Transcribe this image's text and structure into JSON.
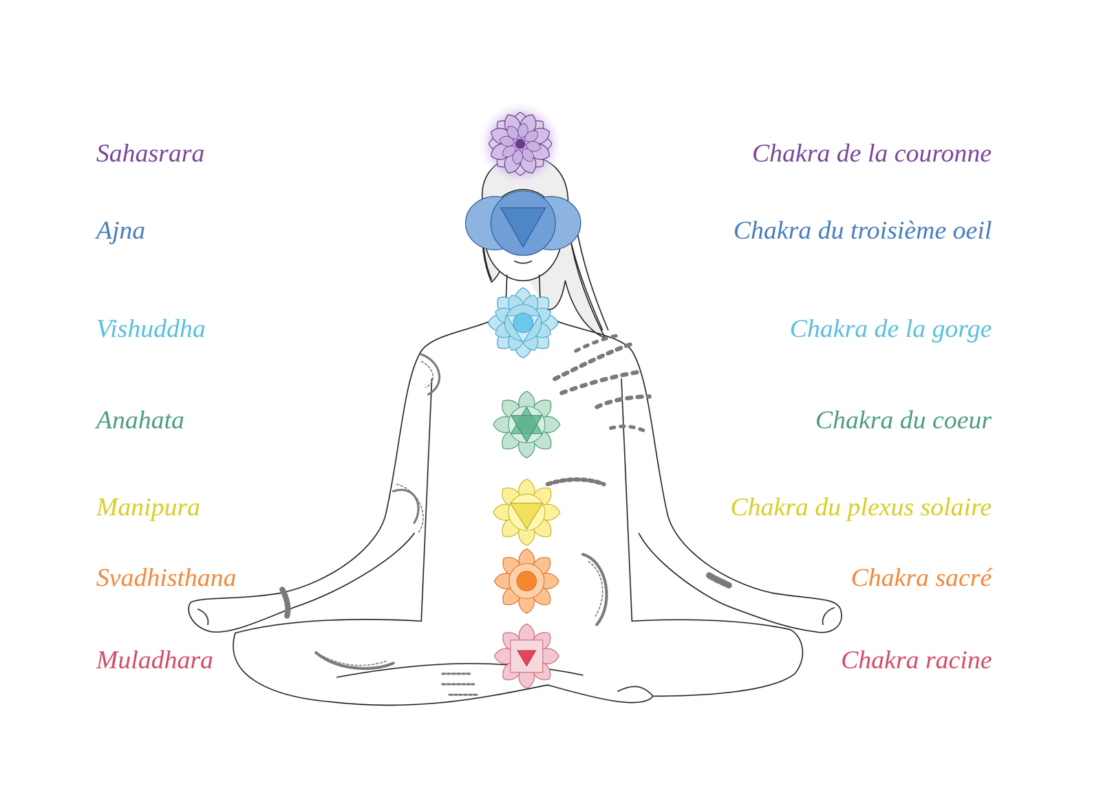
{
  "diagram": {
    "labels": [
      "Sahasrara",
      "Chakra de la couronne",
      "Ajna",
      "Chakra du troisième oeil",
      "Vishuddha",
      "Chakra de la gorge",
      "Anahata",
      "Chakra du coeur",
      "Manipura",
      "Chakra du plexus solaire",
      "Svadhisthana",
      "Chakra sacré",
      "Muladhara",
      "Chakra racine"
    ]
  }
}
